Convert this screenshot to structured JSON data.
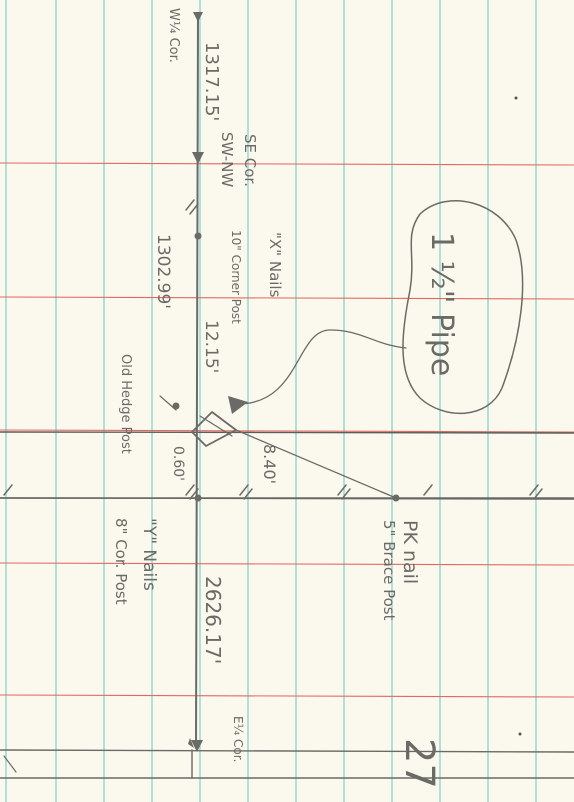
{
  "page": {
    "number": "27"
  },
  "labels": {
    "w_quarter_cor": "W¼ Cor.",
    "dist_west": "1317.15'",
    "se_cor": "SE Cor.",
    "sw_nw": "SW-NW",
    "corner_post": "10\" Corner Post",
    "x_nails": "\"X\" Nails",
    "dist_1302": "1302.99'",
    "dist_12_15": "12.15'",
    "old_hedge_post": "Old Hedge Post",
    "dist_0_60": "0.60'",
    "dist_8_40": "8.40'",
    "pipe_label": "1 ½\" Pipe",
    "pk_nail": "PK nail",
    "brace_post": "5\" Brace Post",
    "y_nails": "\"Y\" Nails",
    "cor_post_8": "8\" Cor. Post",
    "dist_east": "2626.17'",
    "e_quarter_cor": "E¼ Cor."
  },
  "colors": {
    "paper": "#fbf8ee",
    "grid_teal": "#7fd0cc",
    "grid_red": "#e06a62",
    "pencil": "#6a6a66"
  }
}
